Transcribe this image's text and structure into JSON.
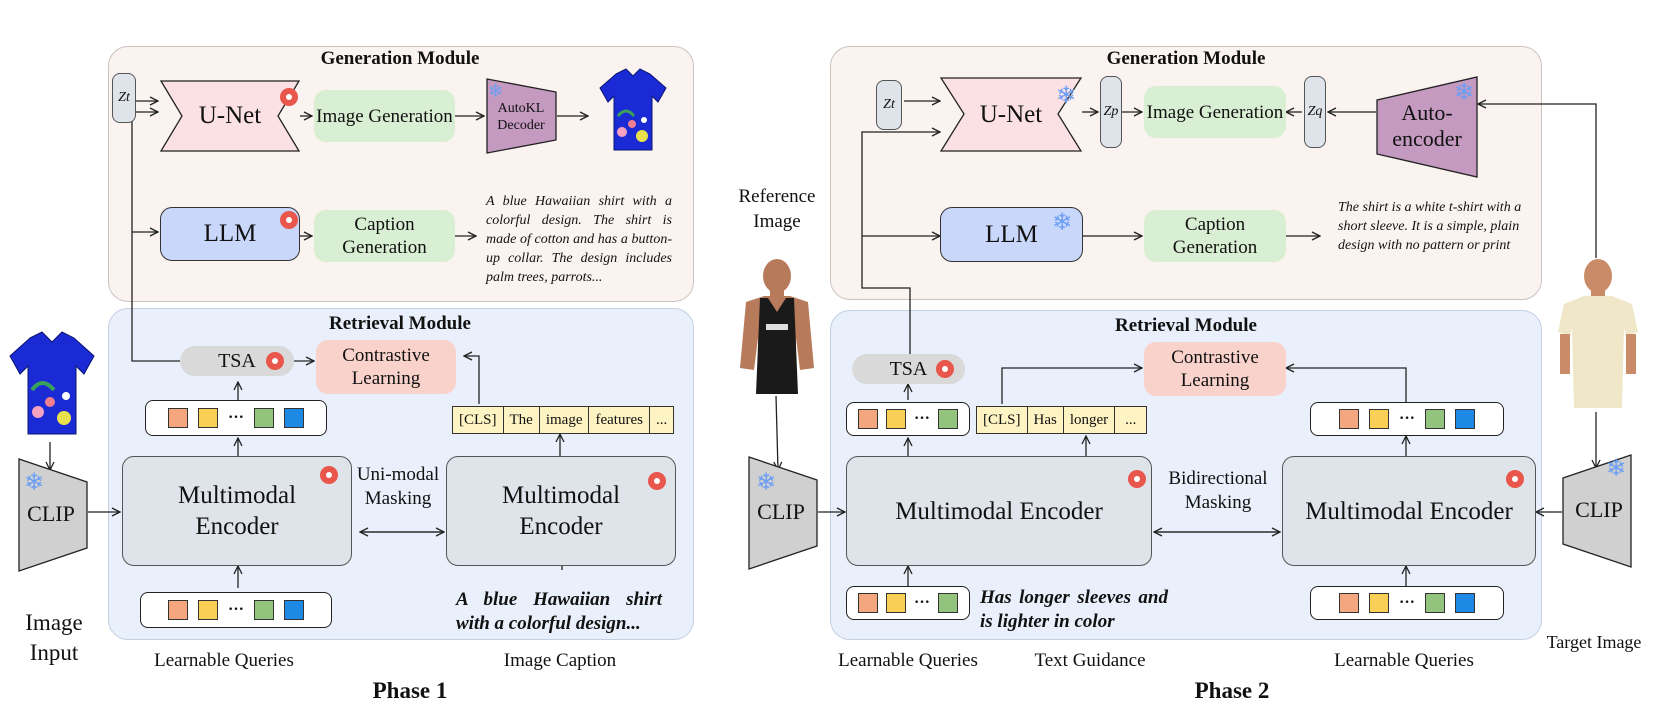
{
  "phase1": {
    "title": "Phase 1",
    "generation_module": {
      "title": "Generation Module",
      "zt": "Zt",
      "unet": "U-Net",
      "image_generation": "Image Generation",
      "decoder": "AutoKL Decoder",
      "llm": "LLM",
      "caption_generation": "Caption Generation",
      "caption_text": "A blue Hawaiian shirt with a colorful design. The shirt is made of cotton and has a button-up collar. The design includes palm trees, parrots..."
    },
    "retrieval_module": {
      "title": "Retrieval Module",
      "tsa": "TSA",
      "contrastive_learning": "Contrastive Learning",
      "tokens": [
        "[CLS]",
        "The",
        "image",
        "features",
        "..."
      ],
      "encoder_left": "Multimodal Encoder",
      "masking": "Uni-modal Masking",
      "encoder_right": "Multimodal Encoder",
      "caption_input": "A blue Hawaiian shirt with a colorful design..."
    },
    "clip": "CLIP",
    "image_input_label": "Image Input",
    "learnable_queries_label": "Learnable Queries",
    "image_caption_label": "Image Caption"
  },
  "phase2": {
    "title": "Phase 2",
    "generation_module": {
      "title": "Generation Module",
      "zt": "Zt",
      "unet": "U-Net",
      "zp": "Zp",
      "image_generation": "Image Generation",
      "zq": "Zq",
      "autoencoder": "Auto-encoder",
      "llm": "LLM",
      "caption_generation": "Caption Generation",
      "caption_text": "The shirt is a white t-shirt with a short sleeve. It is a simple, plain design with no pattern or print"
    },
    "retrieval_module": {
      "title": "Retrieval Module",
      "tsa": "TSA",
      "contrastive_learning": "Contrastive Learning",
      "tokens": [
        "[CLS]",
        "Has",
        "longer",
        "..."
      ],
      "encoder_left": "Multimodal Encoder",
      "masking": "Bidirectional Masking",
      "encoder_right": "Multimodal Encoder",
      "text_guidance": "Has longer sleeves and is lighter in color"
    },
    "clip_left": "CLIP",
    "clip_right": "CLIP",
    "reference_image_label": "Reference Image",
    "target_image_label": "Target Image",
    "learnable_queries_label_left": "Learnable Queries",
    "text_guidance_label": "Text Guidance",
    "learnable_queries_label_right": "Learnable Queries"
  },
  "colors": {
    "square_orange": "#f4a67e",
    "square_yellow": "#f9cf55",
    "square_green": "#93c47d",
    "square_blue": "#1e88e5",
    "clip_gray": "#d0d0d0",
    "purple": "#c49ac0",
    "unet_pink": "#fbe1e4"
  },
  "icons": [
    "fire-icon",
    "snowflake-icon",
    "shirt-image",
    "person-image"
  ]
}
